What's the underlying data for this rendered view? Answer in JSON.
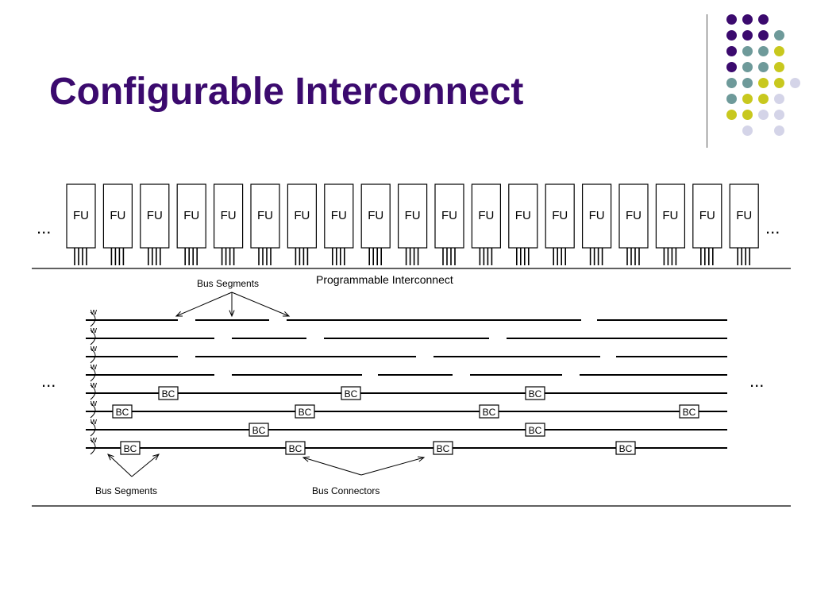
{
  "slide": {
    "title": "Configurable Interconnect"
  },
  "colors": {
    "title": "#3b0a6e",
    "purple": "#3b0a6e",
    "teal": "#6e9a9a",
    "yellow": "#c8c81e",
    "lavender": "#d4d4e8"
  },
  "decoration": {
    "dot_grid": [
      [
        "purple",
        "purple",
        "purple",
        null
      ],
      [
        "purple",
        "purple",
        "purple",
        "teal"
      ],
      [
        "purple",
        "teal",
        "teal",
        "yellow"
      ],
      [
        "purple",
        "teal",
        "teal",
        "yellow"
      ],
      [
        "teal",
        "teal",
        "yellow",
        "yellow",
        "lavender"
      ],
      [
        "teal",
        "yellow",
        "yellow",
        "lavender"
      ],
      [
        "yellow",
        "yellow",
        "lavender",
        "lavender"
      ],
      [
        null,
        "lavender",
        null,
        "lavender"
      ]
    ]
  },
  "diagram": {
    "fu_label": "FU",
    "fu_count": 19,
    "ellipsis": "...",
    "programmable_label": "Programmable Interconnect",
    "bus_segments_top_label": "Bus Segments",
    "bus_segments_bottom_label": "Bus Segments",
    "bus_connectors_label": "Bus Connectors",
    "bus_width_label": "w",
    "bc_label": "BC"
  }
}
